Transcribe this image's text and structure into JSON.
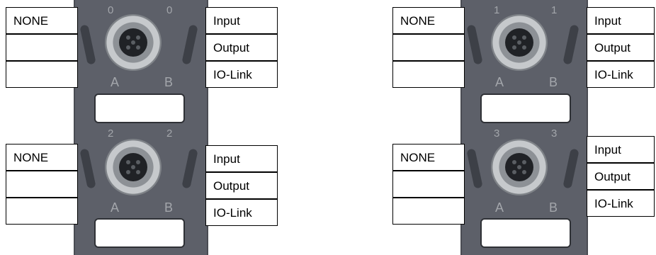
{
  "ports": [
    {
      "id": "port-0",
      "left_labels": [
        "NONE",
        "",
        ""
      ],
      "right_labels": [
        "Input",
        "Output",
        "IO-Link"
      ],
      "numbers": [
        "0",
        "0"
      ],
      "channels": [
        "A",
        "B"
      ]
    },
    {
      "id": "port-2",
      "left_labels": [
        "NONE",
        "",
        ""
      ],
      "right_labels": [
        "Input",
        "Output",
        "IO-Link"
      ],
      "numbers": [
        "2",
        "2"
      ],
      "channels": [
        "A",
        "B"
      ]
    },
    {
      "id": "port-1",
      "left_labels": [
        "NONE",
        "",
        ""
      ],
      "right_labels": [
        "Input",
        "Output",
        "IO-Link"
      ],
      "numbers": [
        "1",
        "1"
      ],
      "channels": [
        "A",
        "B"
      ]
    },
    {
      "id": "port-3",
      "left_labels": [
        "NONE",
        "",
        ""
      ],
      "right_labels": [
        "Input",
        "Output",
        "IO-Link"
      ],
      "numbers": [
        "3",
        "3"
      ],
      "channels": [
        "A",
        "B"
      ]
    }
  ]
}
